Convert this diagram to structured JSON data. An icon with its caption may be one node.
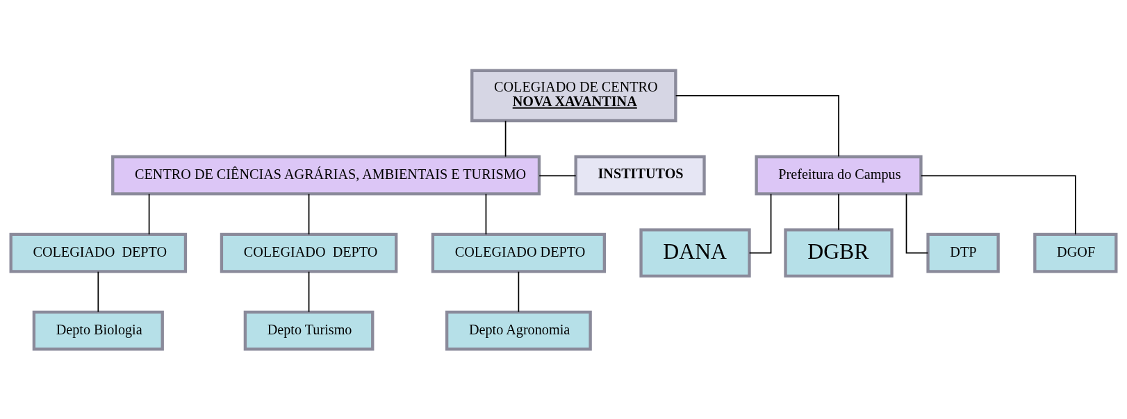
{
  "diagram": {
    "nodes": [
      {
        "text": [
          "COLEGIADO DE CENTRO",
          "NOVA XAVANTINA"
        ]
      },
      {
        "text": [
          "CENTRO DE CIÊNCIAS AGRÁRIAS, AMBIENTAIS E TURISMO"
        ]
      },
      {
        "text": [
          "INSTITUTOS"
        ]
      },
      {
        "text": [
          "Prefeitura do Campus"
        ]
      },
      {
        "text": [
          "COLEGIADO  DEPTO"
        ]
      },
      {
        "text": [
          "COLEGIADO  DEPTO"
        ]
      },
      {
        "text": [
          "COLEGIADO DEPTO"
        ]
      },
      {
        "text": [
          "DANA"
        ]
      },
      {
        "text": [
          "DGBR"
        ]
      },
      {
        "text": [
          "Depto Biologia"
        ]
      },
      {
        "text": [
          "Depto Turismo"
        ]
      },
      {
        "text": [
          "Depto Agronomia"
        ]
      },
      {
        "text": [
          "DTP"
        ]
      },
      {
        "text": [
          "DGOF"
        ]
      }
    ],
    "edges": [
      {
        "from": 0,
        "to": 3,
        "arrow": "none"
      },
      {
        "from": 0,
        "to": 1,
        "arrow": "none"
      },
      {
        "from": 1,
        "to": 2,
        "arrow": "none"
      },
      {
        "from": 1,
        "to": 4,
        "arrow": "none"
      },
      {
        "from": 1,
        "to": 5,
        "arrow": "none"
      },
      {
        "from": 1,
        "to": 6,
        "arrow": "none"
      },
      {
        "from": 3,
        "to": 7,
        "arrow": "none"
      },
      {
        "from": 3,
        "to": 8,
        "arrow": "none"
      },
      {
        "from": 3,
        "to": 12,
        "arrow": "none"
      },
      {
        "from": 3,
        "to": 13,
        "arrow": "none"
      },
      {
        "from": 4,
        "to": 9,
        "arrow": "none"
      },
      {
        "from": 5,
        "to": 10,
        "arrow": "none"
      },
      {
        "from": 6,
        "to": 11,
        "arrow": "none"
      }
    ]
  }
}
